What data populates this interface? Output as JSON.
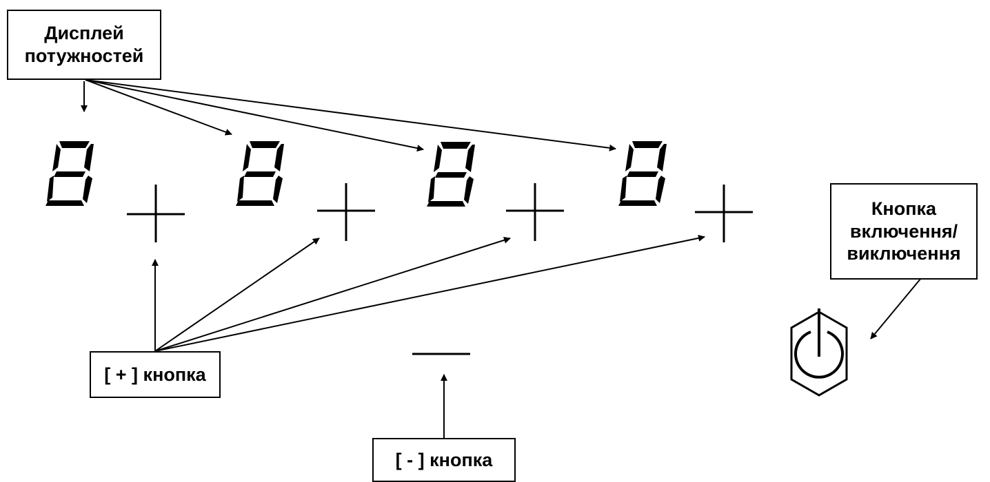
{
  "labels": {
    "display": {
      "line1": "Дисплей",
      "line2": "потужностей"
    },
    "power_button": {
      "line1": "Кнопка",
      "line2": "включення/",
      "line3": "виключення"
    },
    "plus_button": "[ + ] кнопка",
    "minus_button": "[ - ] кнопка"
  },
  "digits": [
    "8",
    "8",
    "8",
    "8"
  ],
  "icons": {
    "plus": "plus-icon",
    "minus": "minus-icon",
    "power": "power-hexagon-icon"
  },
  "colors": {
    "line": "#000000",
    "background": "#ffffff"
  }
}
